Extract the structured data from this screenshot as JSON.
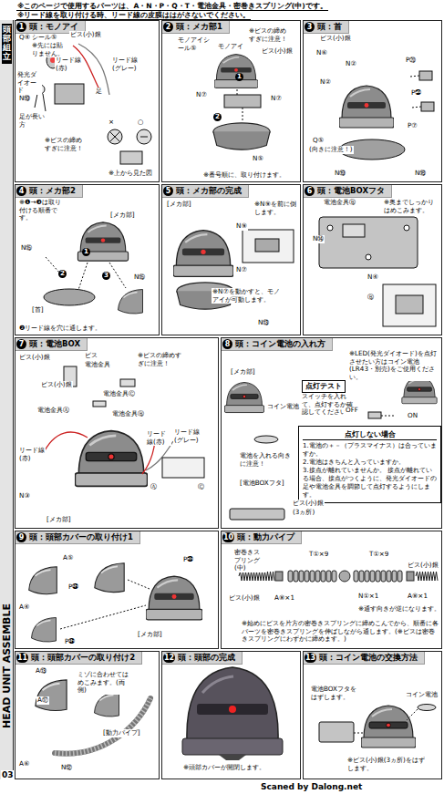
{
  "diagram": {
    "nodes": [
      {
        "text": [
          "1",
          "頭：モノアイ"
        ]
      },
      {
        "text": [
          "2",
          "頭：メカ部1"
        ]
      },
      {
        "text": [
          "3",
          "頭：首"
        ]
      },
      {
        "text": [
          "4",
          "頭：メカ部2"
        ]
      },
      {
        "text": [
          "5",
          "頭：メカ部の完成"
        ]
      },
      {
        "text": [
          "6",
          "頭：電池BOXフタ"
        ]
      },
      {
        "text": [
          "7",
          "頭：電池BOX"
        ]
      },
      {
        "text": [
          "8",
          "頭：コイン電池の入れ方"
        ]
      },
      {
        "text": [
          "点灯テスト"
        ],
        "in": 7
      },
      {
        "text": [
          "点灯しない場合",
          "1.電池の＋－（プラスマイナス）は合っていますか。",
          "2.電池はきちんと入っていますか。",
          "3.接点が離れていませんか。 接点が離れている場合、接点がつくように、発光ダイオードの足や電池金具を調節して点灯するようにします。"
        ],
        "in": 7
      },
      {
        "text": [
          "9",
          "頭：頭部カバーの取り付け1"
        ]
      },
      {
        "text": [
          "10",
          "頭：動力パイプ"
        ]
      },
      {
        "text": [
          "11",
          "頭：頭部カバーの取り付け2"
        ]
      },
      {
        "text": [
          "12",
          "頭：頭部の完成"
        ]
      },
      {
        "text": [
          "13",
          "頭：コイン電池の交換方法"
        ]
      }
    ],
    "labels": [
      "※このページで使用するパーツは、A・N・P・Q・T・電池金具・密巻きスプリング(中)です。",
      "※リード線を取り付ける時、リード線の皮膜ははがさないでください。",
      "頭部組立",
      "HEAD UNIT ASSEMBLE",
      "03",
      "Q④",
      "シール⑤",
      "※先には貼りません。",
      "ビス(小)銀",
      "リード線(赤)",
      "リード線(グレー)",
      "発光ダイオード",
      "N⑲",
      "足",
      "足が長い方",
      "※ビスの締めすぎに注意！",
      "×",
      "○",
      "※上から見た図",
      "※ビスの締めすぎに注意！",
      "モノアイシール⑤",
      "モノアイ",
      "ビス(小)銀",
      "N⑦",
      "1",
      "N⑦",
      "2",
      "N⑤",
      "※番号順に、取り付けます。",
      "N⑥",
      "ビス(小)銀",
      "N②",
      "P⑳",
      "N②",
      "P㉔",
      "P⑦",
      "Q⑤",
      "(向きに注意！)",
      "N⑲",
      "N⑱",
      "※❶→❸は取り付ける順番です。",
      "[メカ部]",
      "N⑮",
      "1",
      "2",
      "3",
      "[首]",
      "N⑮",
      "❷リード線を穴に通します。",
      "[メカ部]",
      "※N⑨を前に倒します。",
      "N⑨",
      "N⑦",
      "※N⑦を動かすと、モノアイが可動します。",
      "N⑬",
      "電池金具Ⓑ",
      "※奥までしっかりはめこみます。",
      "N⑭",
      "N④",
      "Ⓑ",
      "ビス(小)銀",
      "ビス",
      "電池金具",
      "※ビスの締めすぎに注意！",
      "ビス(小)銀",
      "電池金具Ⓒ",
      "電池金具Ⓐ",
      "電池金具Ⓑ",
      "リード線(赤)",
      "リード線(赤)",
      "リード線(グレー)",
      "Ⓐ",
      "Ⓒ",
      "N③",
      "[メカ部]",
      "[メカ部]",
      "※LED(発光ダイオード)を点灯させたい方はコイン電池(LR43・別売)をご使用ください。",
      "スイッチを入れて、点灯するか確認してください。",
      "OFF",
      "ON",
      "コイン電池",
      "電池を入れる向きに注意！",
      "[電池BOXフタ]",
      "ビス(小)銀",
      "(3ヵ所)",
      "A⑤",
      "P㊳",
      "P㊽",
      "A④",
      "P㊽",
      "[メカ部]",
      "密巻きスプリング(中)",
      "T①×9",
      "T①×9",
      "ビス(小)銀",
      "ビス(小)銀",
      "A⑧×1",
      "N①×1",
      "A⑧×1",
      "※通す向きが逆になります。",
      "※始めにビスを片方の密巻きスプリングに締めこんでから、順番に各パーツを密巻きスプリングを伸ばしながら通します。(※ビスは密巻きスプリングにわずかに締めます。)",
      "A⑬",
      "A⑰",
      "ミゾに合わせてはめこみます。(両側)",
      "[動力パイプ]",
      "A⑥",
      "N⑫",
      "※頭部カバーが開閉します。",
      "電池BOXフタをはずします。",
      "コイン電池",
      "※ビス(小)銀(3ヵ所)をはずします。",
      "Scaned by Dalong.net"
    ]
  }
}
